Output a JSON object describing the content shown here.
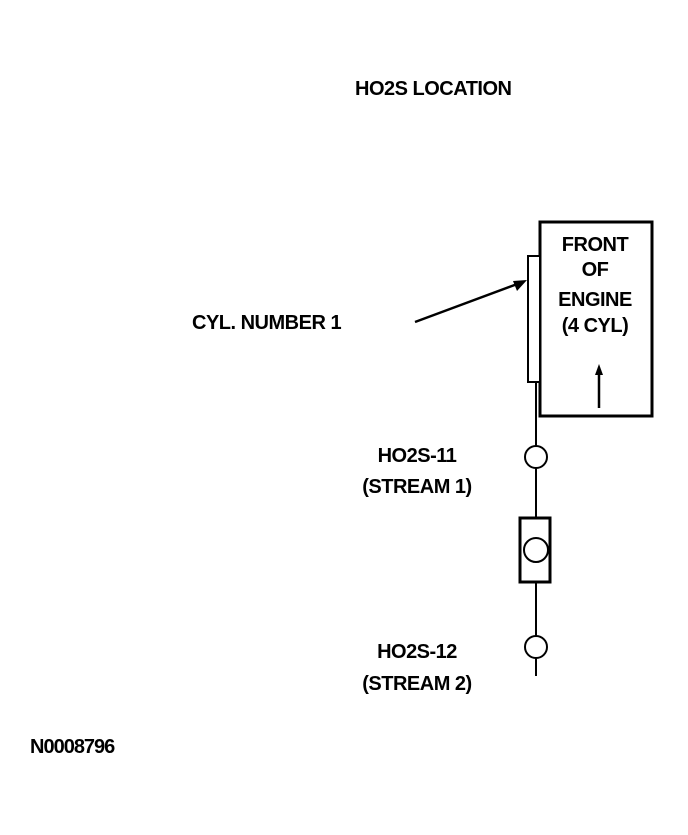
{
  "title": "HO2S LOCATION",
  "cylinder_label": "CYL. NUMBER 1",
  "engine_box": {
    "lines": [
      "FRONT",
      "OF",
      "ENGINE",
      "(4 CYL)"
    ]
  },
  "sensors": [
    {
      "name": "HO2S-11",
      "stream": "(STREAM 1)"
    },
    {
      "name": "HO2S-12",
      "stream": "(STREAM 2)"
    }
  ],
  "figure_id": "N0008796"
}
